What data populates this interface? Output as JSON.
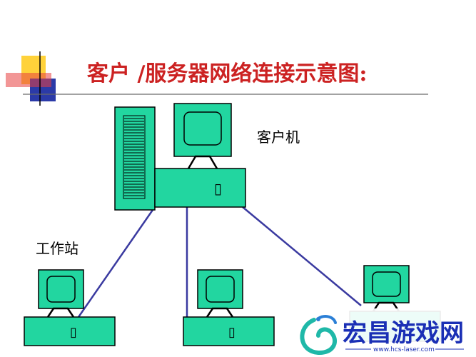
{
  "title": "客户 /服务器网络连接示意图:",
  "labels": {
    "client": "客户机",
    "workstation": "工作站"
  },
  "unit_glyph": "▯",
  "watermark": {
    "brand": "宏昌游戏网",
    "url": "www.hcs-laser.com"
  },
  "colors": {
    "device_fill": "#22d6a0",
    "outline": "#000000",
    "link": "#3a3aa0",
    "title": "#cc2222",
    "title_rule": "#6a6a6a",
    "watermark": "#1a2fb5",
    "deco_yellow": "#ffd23a",
    "deco_blue": "#2b3aa8",
    "deco_red": "#e84040"
  }
}
